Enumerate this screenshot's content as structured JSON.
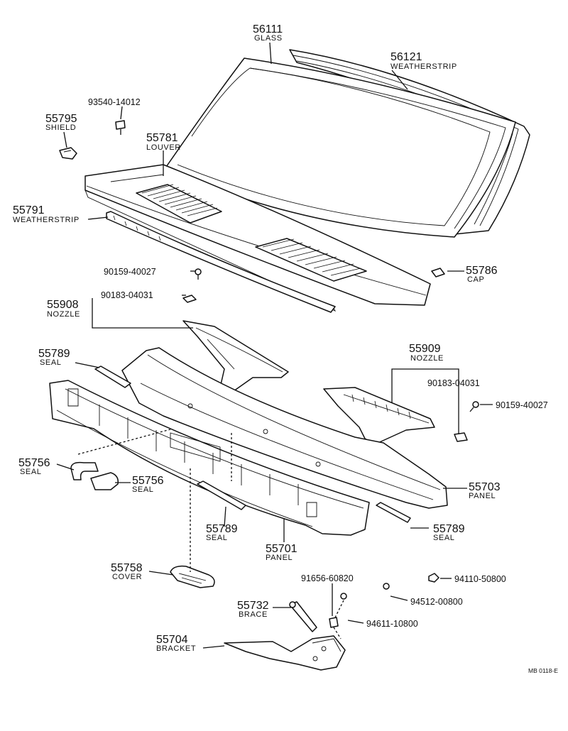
{
  "labels": {
    "glass": {
      "num": "56111",
      "name": "GLASS"
    },
    "weatherstrip_top": {
      "num": "56121",
      "name": "WEATHERSTRIP"
    },
    "bolt_93540": {
      "part": "93540-14012"
    },
    "shield": {
      "num": "55795",
      "name": "SHIELD"
    },
    "louver": {
      "num": "55781",
      "name": "LOUVER"
    },
    "weatherstrip_side": {
      "num": "55791",
      "name": "WEATHERSTRIP"
    },
    "screw_90159_a": {
      "part": "90159-40027"
    },
    "cap": {
      "num": "55786",
      "name": "CAP"
    },
    "nozzle_55908": {
      "num": "55908",
      "name": "NOZZLE"
    },
    "clip_90183_a": {
      "part": "90183-04031"
    },
    "seal_55789_top": {
      "num": "55789",
      "name": "SEAL"
    },
    "nozzle_55909": {
      "num": "55909",
      "name": "NOZZLE"
    },
    "clip_90183_b": {
      "part": "90183-04031"
    },
    "screw_90159_b": {
      "part": "90159-40027"
    },
    "seal_55756_a": {
      "num": "55756",
      "name": "SEAL"
    },
    "seal_55756_b": {
      "num": "55756",
      "name": "SEAL"
    },
    "panel_55703": {
      "num": "55703",
      "name": "PANEL"
    },
    "seal_55789_mid": {
      "num": "55789",
      "name": "SEAL"
    },
    "panel_55701": {
      "num": "55701",
      "name": "PANEL"
    },
    "seal_55789_right": {
      "num": "55789",
      "name": "SEAL"
    },
    "cover": {
      "num": "55758",
      "name": "COVER"
    },
    "bolt_91656": {
      "part": "91656-60820"
    },
    "nut_94110": {
      "part": "94110-50800"
    },
    "washer_94512": {
      "part": "94512-00800"
    },
    "brace": {
      "num": "55732",
      "name": "BRACE"
    },
    "washer_94611": {
      "part": "94611-10800"
    },
    "bracket": {
      "num": "55704",
      "name": "BRACKET"
    }
  },
  "footer_code": "MB 0118-E"
}
